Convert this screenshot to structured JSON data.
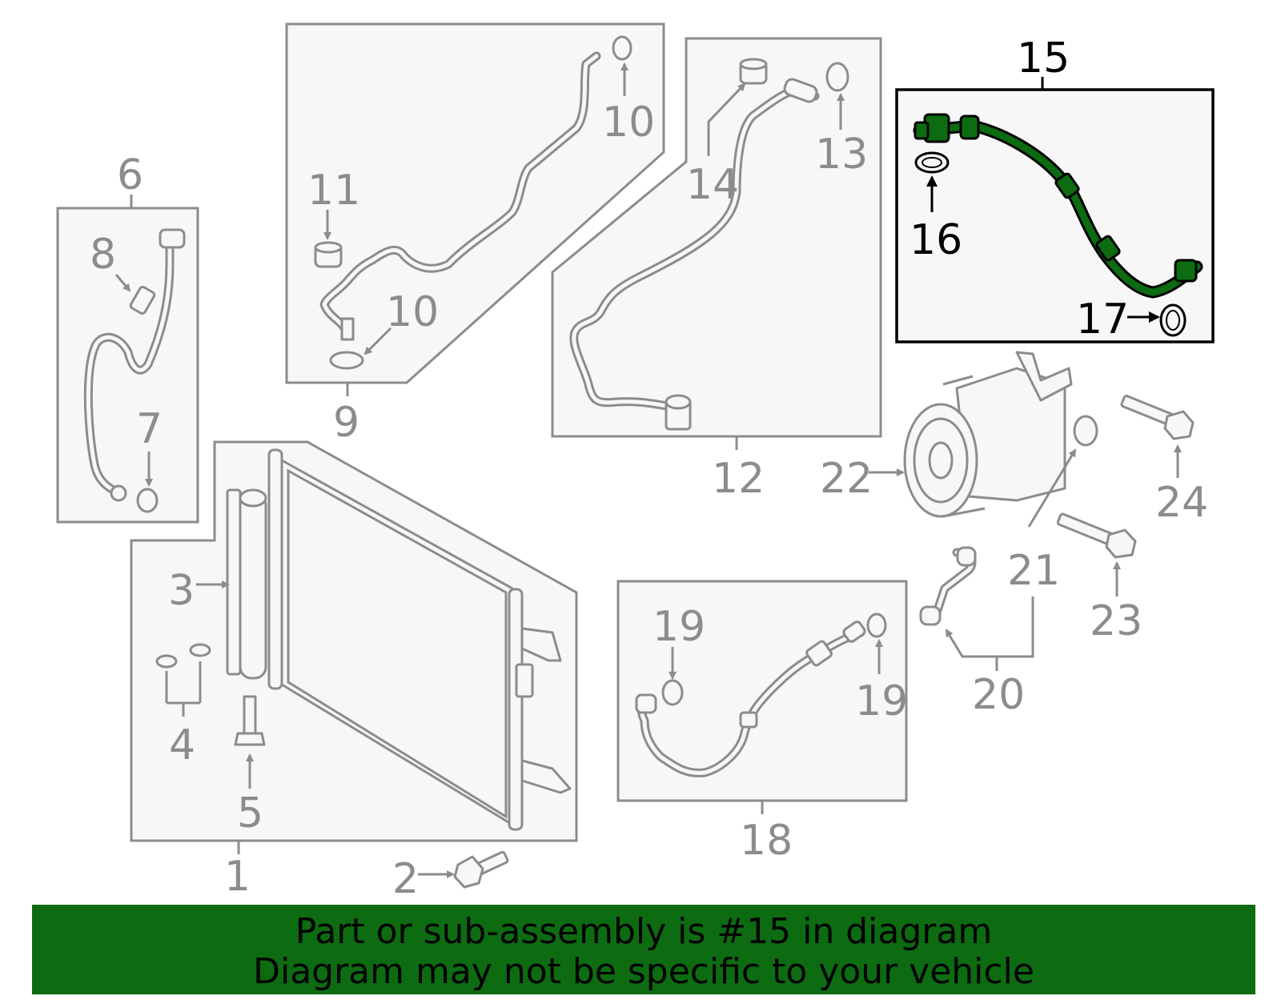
{
  "diagram": {
    "highlighted_part": "15",
    "colors": {
      "highlight": "#0d6b12",
      "parts": "#8c8c8c",
      "panel_fill": "#f7f7f7",
      "banner": "#0d6b12"
    },
    "callouts": {
      "c1": "1",
      "c2": "2",
      "c3": "3",
      "c4": "4",
      "c5": "5",
      "c6": "6",
      "c7": "7",
      "c8": "8",
      "c9": "9",
      "c10a": "10",
      "c10b": "10",
      "c11": "11",
      "c12": "12",
      "c13": "13",
      "c14": "14",
      "c15": "15",
      "c16": "16",
      "c17": "17",
      "c18": "18",
      "c19a": "19",
      "c19b": "19",
      "c20": "20",
      "c21": "21",
      "c22": "22",
      "c23": "23",
      "c24": "24"
    }
  },
  "banner": {
    "line1": "Part or sub-assembly is #15 in diagram",
    "line2": "Diagram may not be specific to your vehicle"
  }
}
